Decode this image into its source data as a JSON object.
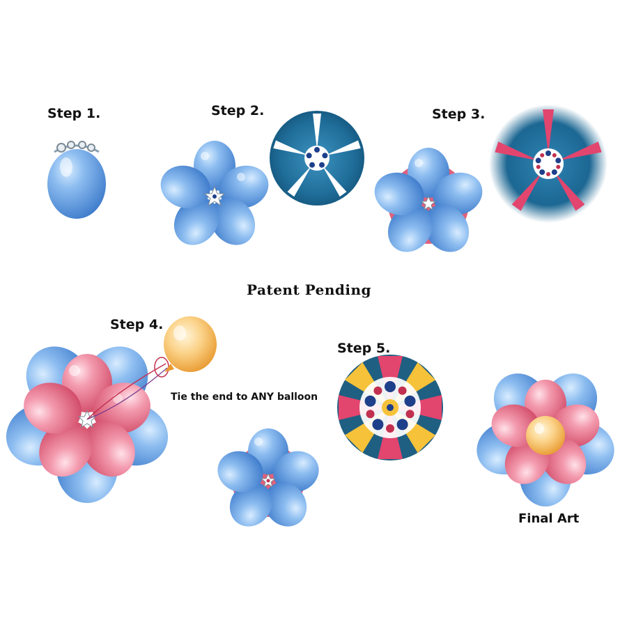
{
  "labels": {
    "step1": "Step 1.",
    "step2": "Step 2.",
    "step3": "Step 3.",
    "step4": "Step 4.",
    "step5": "Step 5.",
    "patent": "Patent Pending",
    "tie_note": "Tie the end to ANY balloon",
    "final": "Final Art"
  },
  "colors": {
    "blue_balloon": "#5b9be0",
    "pink_balloon": "#e0607a",
    "gold_balloon": "#f5b54a",
    "clip_navy": "#1e5f86",
    "accent_pink": "#e2456e",
    "accent_yellow": "#f6c23a"
  }
}
